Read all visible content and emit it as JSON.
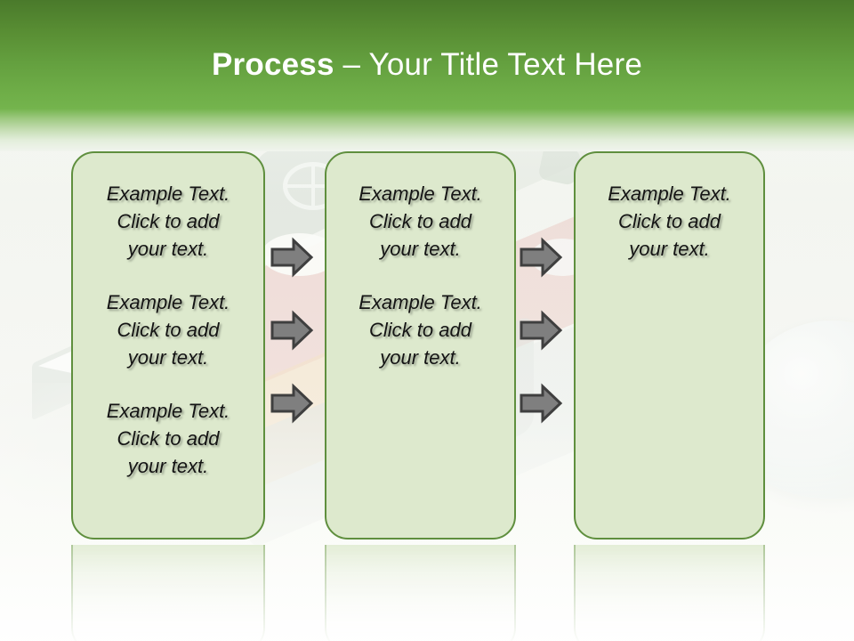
{
  "slide": {
    "title_strong": "Process",
    "title_rest": " – Your Title Text Here",
    "accent_green": "#5f8f3e",
    "header_green_top": "#4a7a2b",
    "header_green_bottom": "#74b44d",
    "box_fill": "#dde9cd",
    "arrow_fill": "#7f7f7f",
    "arrow_stroke": "#3f3f3f",
    "text_color": "#141414"
  },
  "boxes": [
    {
      "name": "process-box-1",
      "paragraphs": [
        "Example Text.\nClick  to add\nyour text.",
        "Example Text.\nClick  to add\nyour text.",
        "Example Text.\nClick  to add\nyour text."
      ]
    },
    {
      "name": "process-box-2",
      "paragraphs": [
        "Example Text.\nClick  to add\nyour text.",
        "Example Text.\nClick  to add\nyour text."
      ]
    },
    {
      "name": "process-box-3",
      "paragraphs": [
        "Example Text.\nClick  to add\nyour text."
      ]
    }
  ],
  "connectors": [
    {
      "name": "arrow-1-to-2-top",
      "icon": "right-arrow-icon"
    },
    {
      "name": "arrow-1-to-2-middle",
      "icon": "right-arrow-icon"
    },
    {
      "name": "arrow-1-to-2-bottom",
      "icon": "right-arrow-icon"
    },
    {
      "name": "arrow-2-to-3-top",
      "icon": "right-arrow-icon"
    },
    {
      "name": "arrow-2-to-3-middle",
      "icon": "right-arrow-icon"
    },
    {
      "name": "arrow-2-to-3-bottom",
      "icon": "right-arrow-icon"
    }
  ]
}
